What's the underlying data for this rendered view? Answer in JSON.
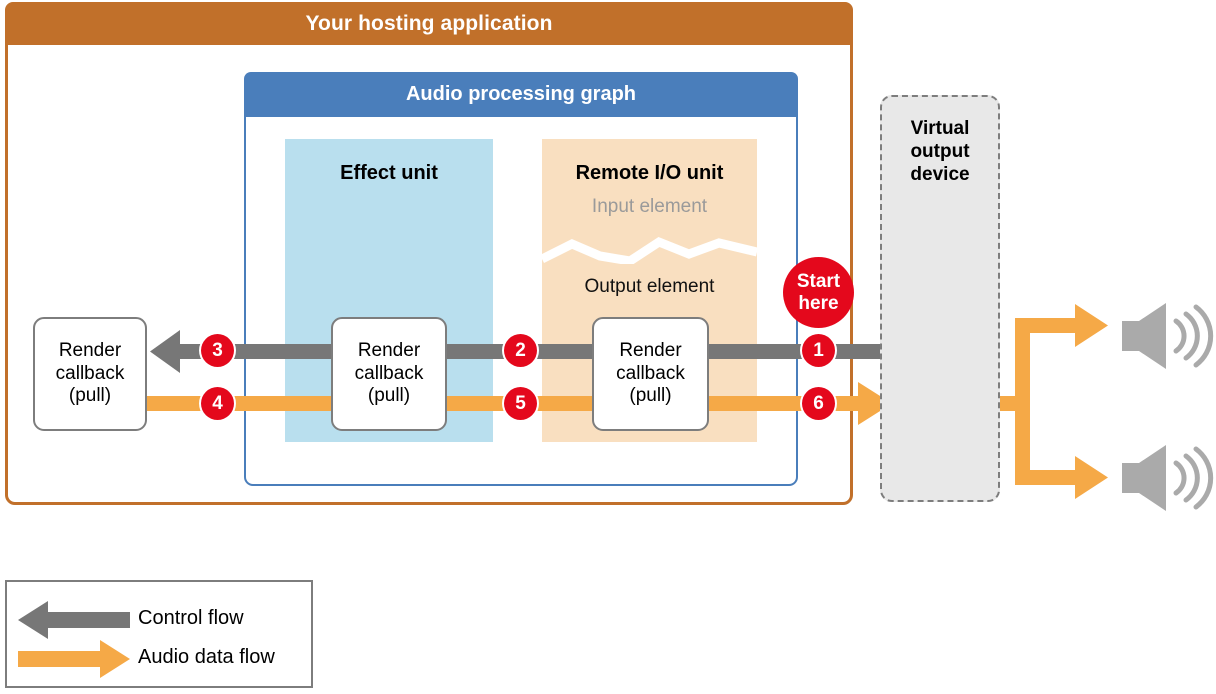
{
  "host": {
    "title": "Your hosting application",
    "border_color": "#c1702a",
    "header_color": "#c1702a"
  },
  "graph": {
    "title": "Audio processing graph",
    "border_color": "#4a7ebb",
    "header_color": "#4a7ebb"
  },
  "effect_unit": {
    "title": "Effect unit",
    "fill_color": "#b9dfee"
  },
  "remote_io_unit": {
    "title": "Remote I/O unit",
    "input_element": "Input element",
    "output_element": "Output element",
    "fill_color": "#f9dfc0"
  },
  "callbacks": [
    {
      "name": "app-render-callback",
      "line1": "Render",
      "line2": "callback",
      "line3": "(pull)"
    },
    {
      "name": "effect-render-callback",
      "line1": "Render",
      "line2": "callback",
      "line3": "(pull)"
    },
    {
      "name": "io-render-callback",
      "line1": "Render",
      "line2": "callback",
      "line3": "(pull)"
    }
  ],
  "steps": [
    {
      "number": "1",
      "flow": "control"
    },
    {
      "number": "2",
      "flow": "control"
    },
    {
      "number": "3",
      "flow": "control"
    },
    {
      "number": "4",
      "flow": "audio"
    },
    {
      "number": "5",
      "flow": "audio"
    },
    {
      "number": "6",
      "flow": "audio"
    }
  ],
  "start_here": {
    "line1": "Start",
    "line2": "here",
    "color": "#e4081c"
  },
  "virtual_output_device": {
    "line1": "Virtual",
    "line2": "output",
    "line3": "device",
    "fill_color": "#e8e8e8",
    "border_color": "#7d7d7d"
  },
  "speakers": [
    {
      "name": "speaker-top"
    },
    {
      "name": "speaker-bottom"
    }
  ],
  "legend": {
    "control_flow_label": "Control flow",
    "audio_flow_label": "Audio data flow",
    "control_flow_color": "#777777",
    "audio_flow_color": "#f5a947"
  }
}
